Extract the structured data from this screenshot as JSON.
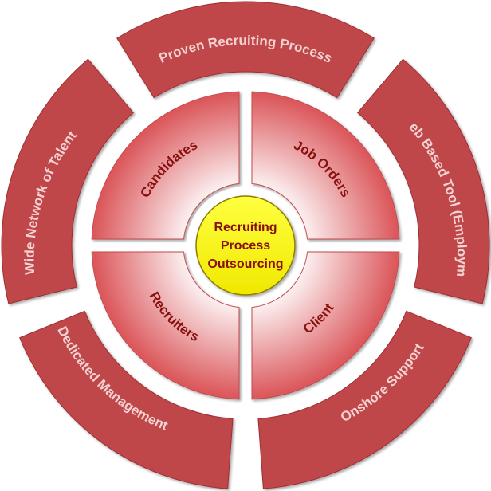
{
  "center": {
    "lines": [
      "Recruiting",
      "Process",
      "Outsourcing"
    ]
  },
  "inner_segments": [
    {
      "label": "Candidates"
    },
    {
      "label": "Job Orders"
    },
    {
      "label": "Client"
    },
    {
      "label": "Recruiters"
    }
  ],
  "outer_segments": [
    {
      "label": "Proven Recruiting Process"
    },
    {
      "label": "Web Based Tool (Employme)"
    },
    {
      "label": "Onshore Support"
    },
    {
      "label": "Dedicated Management"
    },
    {
      "label": "Wide Network of Talent"
    }
  ],
  "colors": {
    "outer_fill": "#c0464a",
    "outer_stroke": "#9e2e32",
    "inner_light": "#ffffff",
    "inner_dark": "#dc5a5e",
    "center_fill": "#ffff00",
    "center_stroke": "#9e8a00"
  }
}
